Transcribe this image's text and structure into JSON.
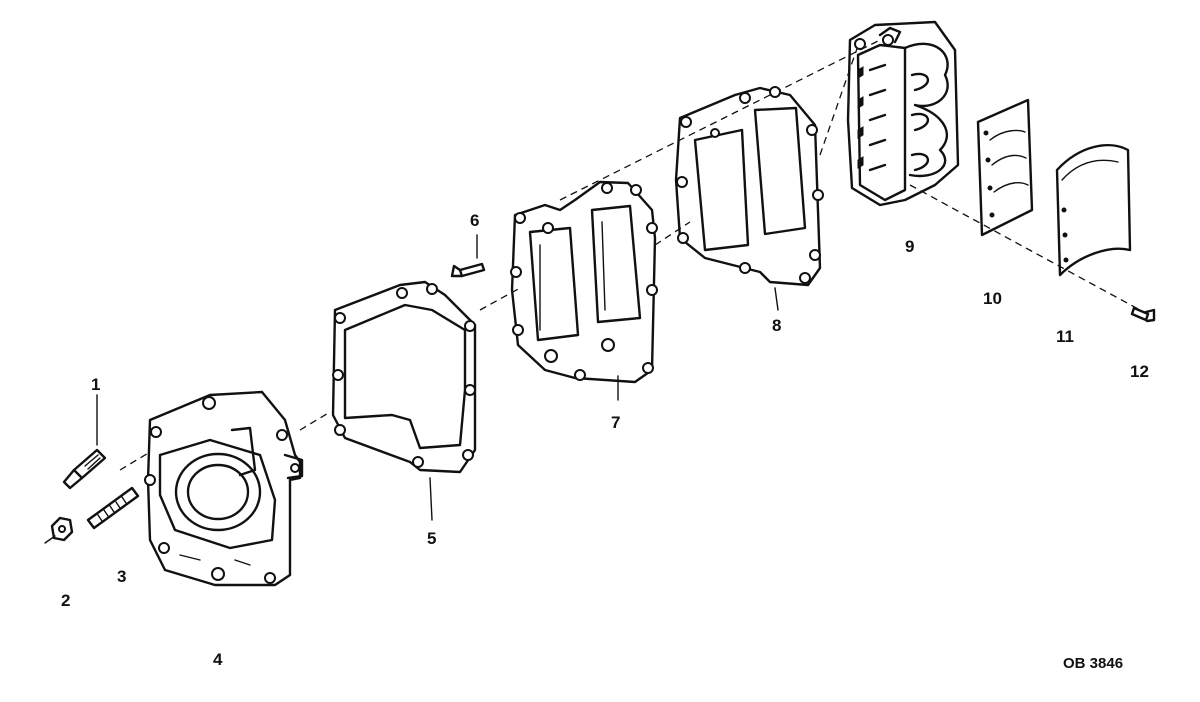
{
  "figure_id": "OB 3846",
  "callouts": [
    {
      "id": "1",
      "text": "1"
    },
    {
      "id": "2",
      "text": "2"
    },
    {
      "id": "3",
      "text": "3"
    },
    {
      "id": "4",
      "text": "4"
    },
    {
      "id": "5",
      "text": "5"
    },
    {
      "id": "6",
      "text": "6"
    },
    {
      "id": "7",
      "text": "7"
    },
    {
      "id": "8",
      "text": "8"
    },
    {
      "id": "9",
      "text": "9"
    },
    {
      "id": "10",
      "text": "10"
    },
    {
      "id": "11",
      "text": "11"
    },
    {
      "id": "12",
      "text": "12"
    }
  ]
}
